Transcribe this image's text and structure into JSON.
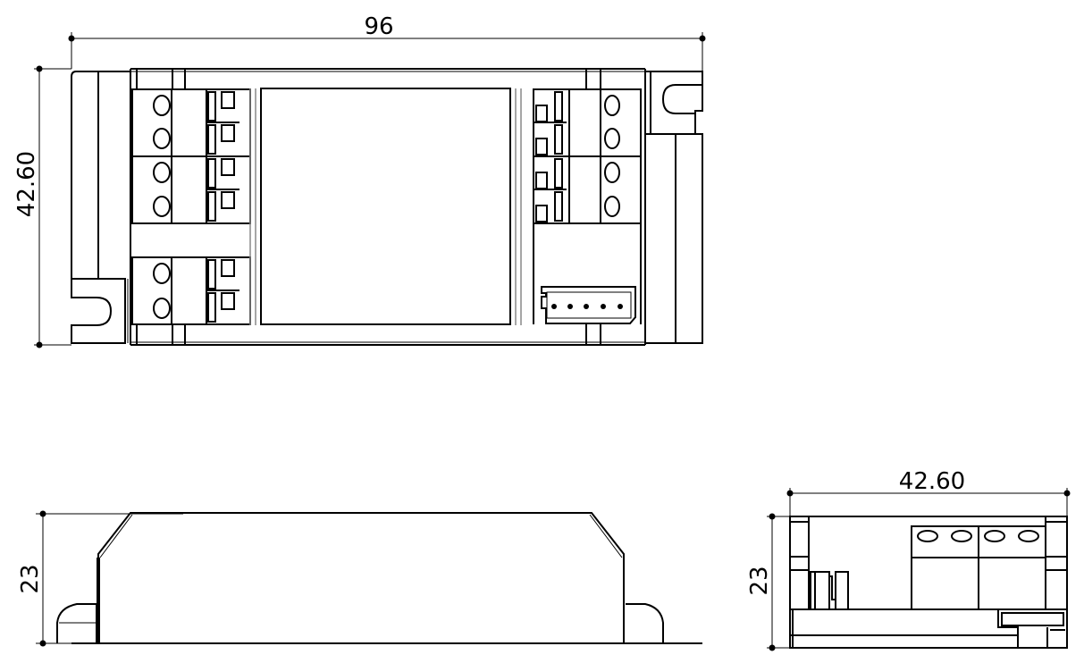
{
  "drawing": {
    "top_view": {
      "width_label": "96",
      "height_label": "42.60",
      "connector_pins": 5
    },
    "side_view": {
      "height_label": "23"
    },
    "end_view": {
      "width_label": "42.60",
      "height_label": "23"
    }
  },
  "colors": {
    "line": "#000000",
    "hidden": "#888888",
    "background": "#ffffff"
  }
}
